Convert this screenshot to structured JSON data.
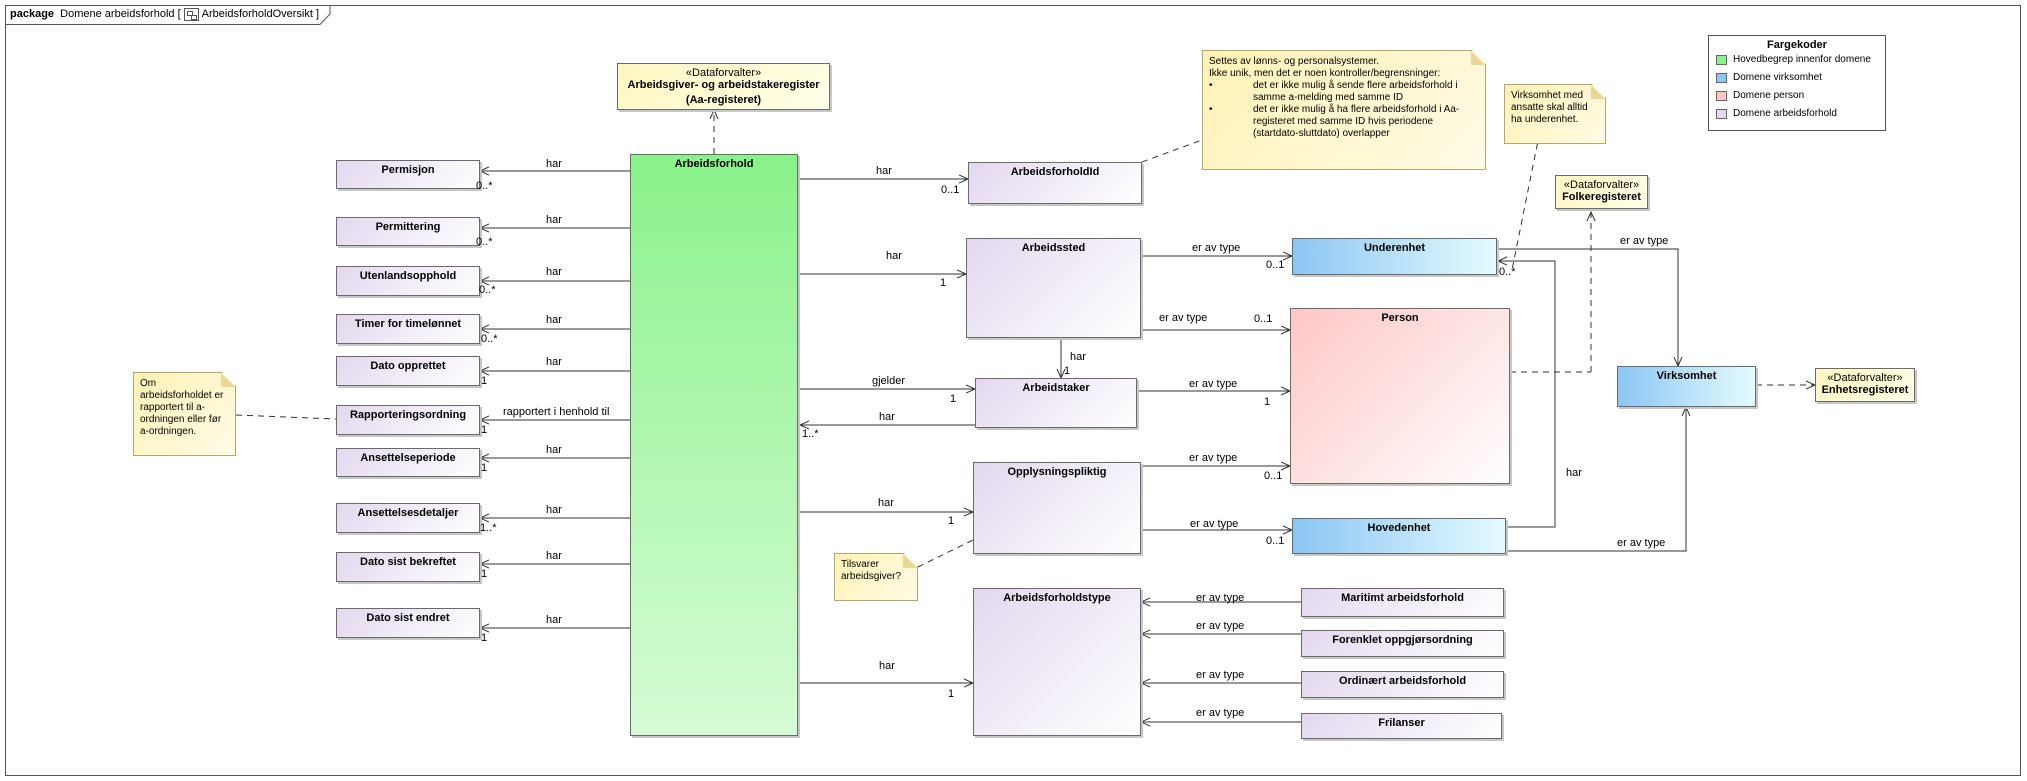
{
  "frame": {
    "keyword": "package",
    "name": "Domene arbeidsforhold",
    "diagram": "ArbeidsforholdOversikt"
  },
  "colors": {
    "hovedbegrep": "#8af28a",
    "virksomhet": "#8cc6f4",
    "person": "#ffc6c6",
    "arbeidsforhold": "#e3d8ef",
    "note": "#fff2b5"
  },
  "legend": {
    "title": "Fargekoder",
    "items": [
      {
        "label": "Hovedbegrep innenfor domene",
        "swatch": "#8af28a"
      },
      {
        "label": "Domene virksomhet",
        "swatch": "#8cc6f4"
      },
      {
        "label": "Domene person",
        "swatch": "#ffc6c6"
      },
      {
        "label": "Domene arbeidsforhold",
        "swatch": "#e3d8ef"
      }
    ]
  },
  "classes": {
    "arbeidsforhold": "Arbeidsforhold",
    "aa_register": {
      "stereotype": "«Dataforvalter»",
      "line1": "Arbeidsgiver- og arbeidstakeregister",
      "line2": "(Aa-registeret)"
    },
    "folkeregisteret": {
      "stereotype": "«Dataforvalter»",
      "name": "Folkeregisteret"
    },
    "enhetsregisteret": {
      "stereotype": "«Dataforvalter»",
      "name": "Enhetsregisteret"
    },
    "permisjon": "Permisjon",
    "permittering": "Permittering",
    "utenlandsopphold": "Utenlandsopphold",
    "timer": "Timer for timelønnet",
    "dato_opprettet": "Dato opprettet",
    "rapporteringsordning": "Rapporteringsordning",
    "ansettelseperiode": "Ansettelseperiode",
    "ansettelsesdetaljer": "Ansettelsesdetaljer",
    "dato_sist_bekreftet": "Dato sist bekreftet",
    "dato_sist_endret": "Dato sist endret",
    "arbeidsforholdid": "ArbeidsforholdId",
    "arbeidssted": "Arbeidssted",
    "arbeidstaker": "Arbeidstaker",
    "opplysningspliktig": "Opplysningspliktig",
    "arbeidsforholdstype": "Arbeidsforholdstype",
    "underenhet": "Underenhet",
    "person": "Person",
    "hovedenhet": "Hovedenhet",
    "virksomhet": "Virksomhet",
    "maritimt": "Maritimt arbeidsforhold",
    "forenklet": "Forenklet oppgjørsordning",
    "ordinaert": "Ordinært arbeidsforhold",
    "frilanser": "Frilanser"
  },
  "notes": {
    "settes": {
      "line1": "Settes av lønns- og personalsystemer.",
      "line2": "Ikke unik, men det er noen kontroller/begrensninger:",
      "bullet": "•",
      "bullet1": "det er ikke mulig å sende flere arbeidsforhold i samme a-melding med samme ID",
      "bullet2": "det er ikke mulig å ha flere arbeidsforhold i Aa-registeret med samme ID hvis periodene (startdato-sluttdato) overlapper"
    },
    "virksomhet": "Virksomhet med ansatte skal alltid ha underenhet.",
    "rapportert": "Om arbeidsforholdet er rapportert til a-ordningen eller før a-ordningen.",
    "tilsvarer": "Tilsvarer arbeidsgiver?"
  },
  "labels": {
    "har": "har",
    "er_av_type": "er av type",
    "gjelder": "gjelder",
    "rapportert_i_henhold_til": "rapportert i henhold til",
    "m_0n": "0..*",
    "m_01": "0..1",
    "m_1": "1",
    "m_1n": "1..*"
  }
}
